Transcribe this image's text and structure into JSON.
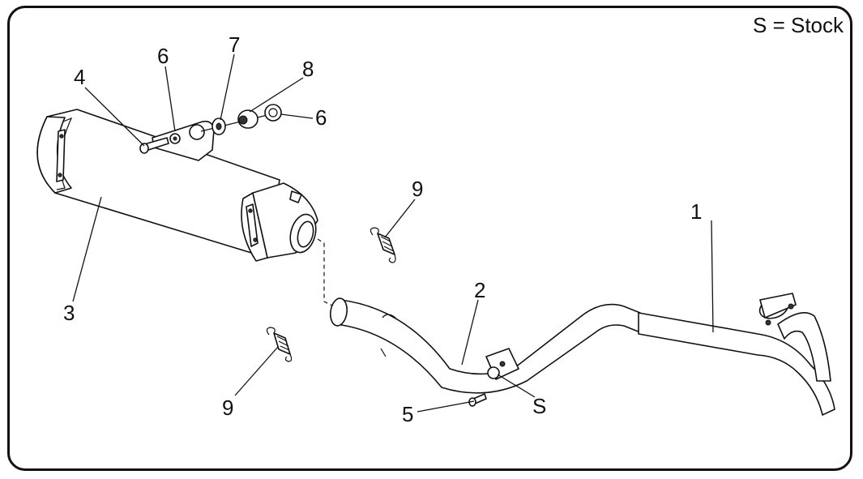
{
  "legend": "S = Stock",
  "callouts": {
    "c1": "1",
    "c2": "2",
    "c3": "3",
    "c4": "4",
    "c5": "5",
    "c6a": "6",
    "c6b": "6",
    "c7": "7",
    "c8": "8",
    "c9a": "9",
    "c9b": "9",
    "cs": "S"
  }
}
